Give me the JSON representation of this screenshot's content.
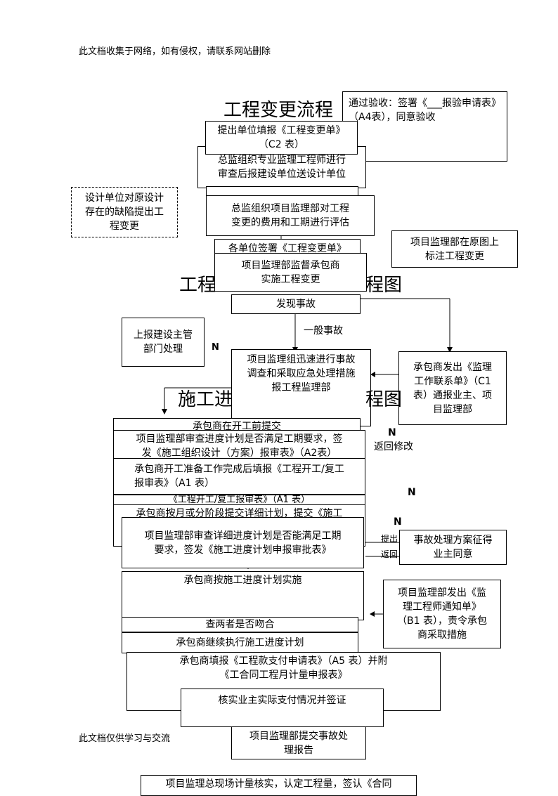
{
  "header_note": "此文档收集于网络，如有侵权，请联系网站删除",
  "footer_note": "此文档仅供学习与交流",
  "titles": {
    "change_flow": "工程变更流程",
    "accident_flow_left": "工程",
    "accident_flow_right": "程图",
    "schedule_flow_left": "施工进",
    "schedule_flow_right": "程图"
  },
  "boxes": {
    "acceptance": "通过验收：签署《___报验申请表》（A4表），同意验收",
    "submit_change_form": "提出单位填报《工程变更单》\n（C2 表）",
    "chief_review": "总监组织专业监理工程师进行\n审查后报建设单位送设计单位",
    "design_defect": "设计单位对原设计\n存在的缺陷提出工\n程变更",
    "cost_eval": "总监组织项目监理部对工程\n变更的费用和工期进行评估",
    "mark_change": "项目监理部在原图上\n标注工程变更",
    "sign_change": "各单位签署《工程变更单》",
    "supervise_impl": "项目监理部监督承包商\n实施工程变更",
    "find_accident": "发现事故",
    "report_dept": "上报建设主管\n部门处理",
    "emergency": "项目监理组迅速进行事故\n调查和采取应急处理措施\n报工程监理部",
    "contractor_notice": "承包商发出《监理\n工作联系单》（C1\n表）通报业主、项\n目监理部",
    "plan_before_start": "承包商在开工前提交",
    "review_plan": "项目监理部审查进度计划是否满足工期要求，签\n发《施工组织设计（方案）报审表》（A2表）",
    "start_prep": "承包商开工准备工作完成后填报《工程开工/复工\n报审表》（A1 表）",
    "start_form": "《工程开工/复工报审表》（A1 表）",
    "detail_plan": "承包商按月或分阶段提交详细计划，提交《施工",
    "review_detail": "项目监理部审查详细进度计划是否能满足工期\n要求，签发《施工进度计划申报审批表》",
    "accident_plan": "事故处理方案征得\n业主同意",
    "implement": "承包商按施工进度计划实施",
    "check_match": "查两者是否吻合",
    "supervisor_notice": "项目监理部发出《监\n理工程师通知单》\n（B1 表），责令承包\n商采取措施",
    "continue": "承包商继续执行施工进度计划",
    "payment_request": "承包商填报《工程款支付申请表》（A5 表）并附\n《工合同工程月计量申报表》",
    "verify_payment": "核实业主实际支付情况并签证",
    "accident_report": "项目监理部提交事故处\n理报告",
    "measure": "项目监理总现场计量核实，认定工程量，签认《合同"
  },
  "labels": {
    "general_accident": "一般事故",
    "n1": "N",
    "n2": "N",
    "n3": "N",
    "n4": "N",
    "return_modify": "返回修改",
    "submit": "提出",
    "return": "返回"
  }
}
